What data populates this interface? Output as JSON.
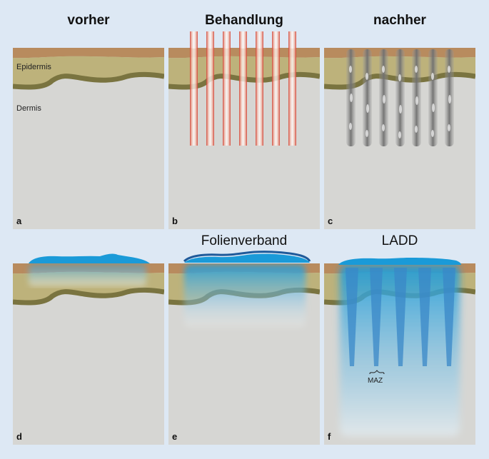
{
  "headings": {
    "before": "vorher",
    "treatment": "Behandlung",
    "after": "nachher",
    "film": "Folienverband",
    "ladd": "LADD"
  },
  "labels": {
    "epidermis": "Epidermis",
    "dermis": "Dermis",
    "maz": "MAZ"
  },
  "panel_letters": [
    "a",
    "b",
    "c",
    "d",
    "e",
    "f"
  ],
  "colors": {
    "background": "#dde8f4",
    "dermis": "#d6d6d3",
    "stratum_corneum": "#b88b5e",
    "epidermis": "#bdb27b",
    "junction": "#7a7440",
    "laser": "#d23a2a",
    "drug": "#1a9ad8",
    "film": "#1f5a9a",
    "channel_gray": "#8a8a8a"
  }
}
